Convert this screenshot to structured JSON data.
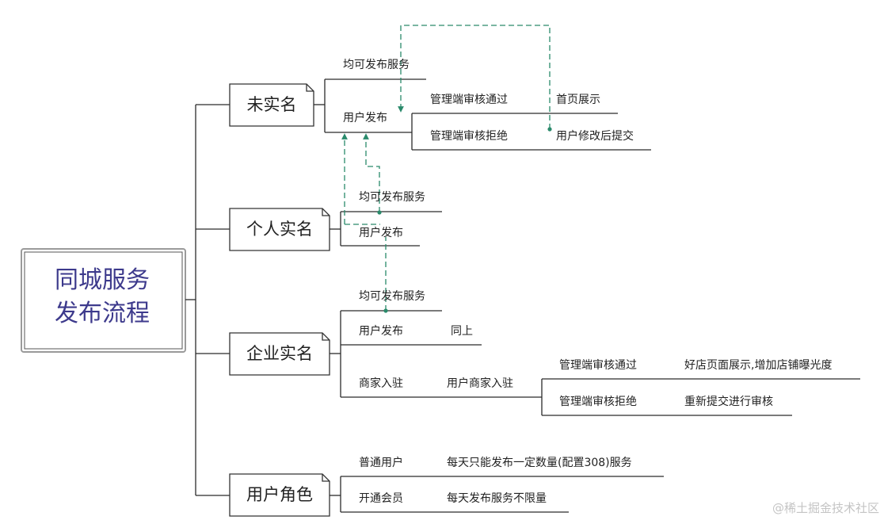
{
  "root": {
    "title_line1": "同城服务",
    "title_line2": "发布流程"
  },
  "nodes": {
    "unverified": {
      "label": "未实名",
      "branch_any": "均可发布服务",
      "branch_publish": "用户发布",
      "approved": "管理端审核通过",
      "approved_result": "首页展示",
      "rejected": "管理端审核拒绝",
      "rejected_result": "用户修改后提交"
    },
    "personal": {
      "label": "个人实名",
      "branch_any": "均可发布服务",
      "branch_publish": "用户发布"
    },
    "enterprise": {
      "label": "企业实名",
      "branch_any": "均可发布服务",
      "branch_publish": "用户发布",
      "branch_publish_note": "同上",
      "branch_merchant": "商家入驻",
      "merchant_apply": "用户商家入驻",
      "approved": "管理端审核通过",
      "approved_result": "好店页面展示,增加店铺曝光度",
      "rejected": "管理端审核拒绝",
      "rejected_result": "重新提交进行审核"
    },
    "role": {
      "label": "用户角色",
      "regular": "普通用户",
      "regular_quota": "每天只能发布一定数量(配置308)服务",
      "member": "开通会员",
      "member_quota": "每天发布服务不限量"
    }
  },
  "watermark": "@稀土掘金技术社区",
  "colors": {
    "line": "#2b2b2b",
    "dashed": "#2a8a6b",
    "root_text": "#3d3a8c",
    "box_border": "#444444"
  }
}
